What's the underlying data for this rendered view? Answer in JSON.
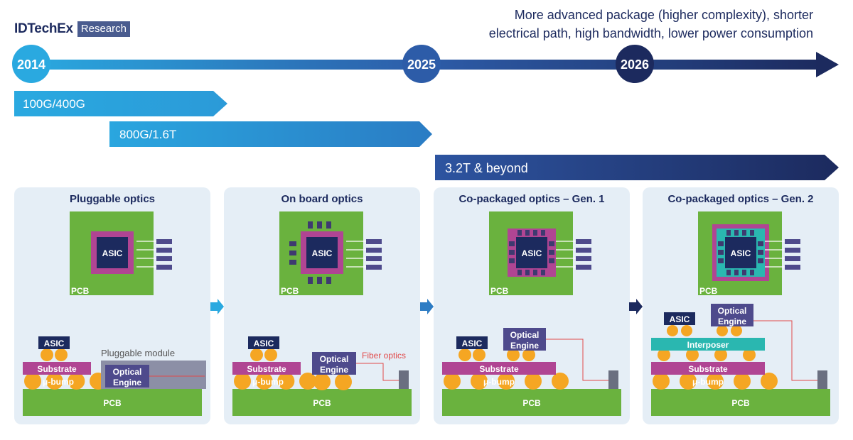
{
  "brand": {
    "name": "IDTechEx",
    "tag": "Research"
  },
  "headline": {
    "line1": "More advanced package (higher complexity), shorter",
    "line2": "electrical path, high bandwidth, lower power consumption"
  },
  "timeline": {
    "years": [
      "2014",
      "2025",
      "2026"
    ]
  },
  "generations": [
    "100G/400G",
    "800G/1.6T",
    "3.2T & beyond"
  ],
  "panels": [
    {
      "title": "Pluggable optics"
    },
    {
      "title": "On board optics"
    },
    {
      "title": "Co-packaged optics – Gen. 1"
    },
    {
      "title": "Co-packaged optics – Gen. 2"
    }
  ],
  "labels": {
    "asic": "ASIC",
    "pcb": "PCB",
    "substrate": "Substrate",
    "ubump": "μ-bump",
    "optical_engine": [
      "Optical",
      "Engine"
    ],
    "pluggable_module": "Pluggable module",
    "fiber_optics": "Fiber optics",
    "interposer": "Interposer"
  },
  "colors": {
    "navy": "#1c2a5e",
    "pcb_green": "#6ab23e",
    "substrate_magenta": "#b04593",
    "bump_orange": "#f5a623",
    "interposer_teal": "#2ab7b0",
    "engine_purple": "#4e4a8c",
    "timeline_start": "#2aa9e0",
    "timeline_end": "#1c2a5e",
    "fiber_red": "#e14a4a"
  }
}
